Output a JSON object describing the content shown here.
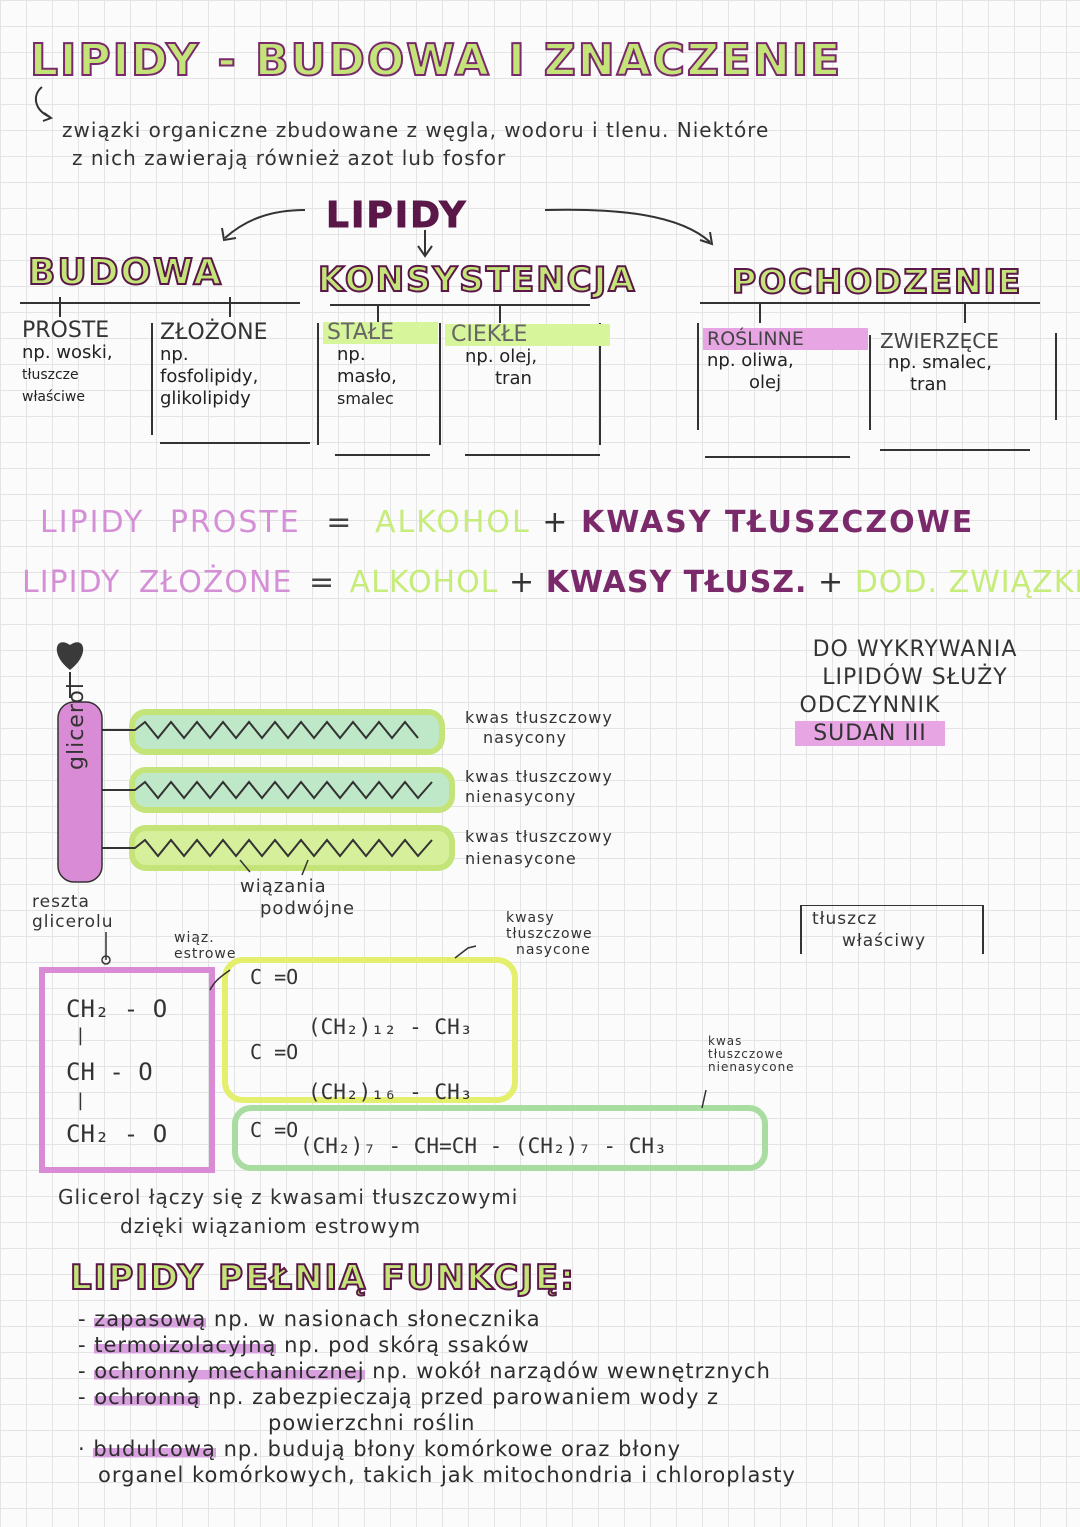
{
  "title": "LIPIDY - BUDOWA I ZNACZENIE",
  "intro": {
    "line1": "związki organiczne zbudowane z węgla, wodoru i tlenu. Niektóre",
    "line2": "z nich zawierają również azot lub fosfor"
  },
  "diagram_center": "LIPIDY",
  "categories": {
    "budowa": {
      "title": "BUDOWA",
      "proste": {
        "label": "PROSTE",
        "example": [
          "np. woski,",
          "tłuszcze",
          "właściwe"
        ]
      },
      "zlozone": {
        "label": "ZŁOŻONE",
        "example": [
          "np.",
          "fosfolipidy,",
          "glikolipidy"
        ]
      }
    },
    "konsystencja": {
      "title": "KONSYSTENCJA",
      "stale": {
        "label": "STAŁE",
        "example": [
          "np.",
          "masło,",
          "smalec"
        ]
      },
      "ciekle": {
        "label": "CIEKŁE",
        "example": [
          "np. olej,",
          "tran"
        ]
      }
    },
    "pochodzenie": {
      "title": "POCHODZENIE",
      "roslinne": {
        "label": "ROŚLINNE",
        "example": [
          "np. oliwa,",
          "olej"
        ]
      },
      "zwierzece": {
        "label": "ZWIERZĘCE",
        "example": [
          "np. smalec,",
          "tran"
        ]
      }
    }
  },
  "formulas": {
    "proste": {
      "left": "LIPIDY",
      "mid": "PROSTE",
      "eq": "=",
      "alkohol": "ALKOHOL",
      "plus1": "+",
      "kwasy": "KWASY TŁUSZCZOWE"
    },
    "zlozone": {
      "left": "LIPIDY",
      "mid": "ZŁOŻONE",
      "eq": "=",
      "alkohol": "ALKOHOL",
      "plus1": "+",
      "kwasy": "KWASY TŁUSZ.",
      "plus2": "+",
      "dod": "DOD. ZWIĄZKI"
    }
  },
  "sudan": {
    "line1": "DO WYKRYWANIA",
    "line2": "LIPIDÓW SŁUŻY",
    "line3": "ODCZYNNIK",
    "reagent": "SUDAN III"
  },
  "structure": {
    "glicerol_label": "glicerol",
    "label_nasycony": [
      "kwas tłuszczowy",
      "nasycony"
    ],
    "label_nienasycony": [
      "kwas tłuszczowy",
      "nienasycony"
    ],
    "label_nienasycone": [
      "kwas tłuszczowy",
      "nienasycone"
    ],
    "label_wiazania": [
      "wiązania",
      "podwójne"
    ],
    "label_reszta": [
      "reszta",
      "glicerolu"
    ],
    "label_wiaz_estrowe": [
      "wiąz.",
      "estrowe"
    ],
    "label_kwasy_nasycone": [
      "kwasy",
      "tłuszczowe",
      "nasycone"
    ],
    "label_kwas_nienasycone": [
      "kwas",
      "tłuszczowe",
      "nienasycone"
    ],
    "tluszcz_wlasciwy": [
      "tłuszcz",
      "właściwy"
    ],
    "rows": {
      "r1": {
        "g": "CH₂ - O",
        "acid": "(CH₂)₁₂ - CH₃"
      },
      "r2": {
        "g": "CH - O",
        "acid": "(CH₂)₁₆ - CH₃"
      },
      "r3": {
        "g": "CH₂ - O",
        "acid": "(CH₂)₇ - CH=CH - (CH₂)₇ - CH₃"
      }
    },
    "note_line1": "Glicerol łączy się z kwasami tłuszczowymi",
    "note_line2": "dzięki wiązaniom estrowym"
  },
  "functions": {
    "title": "LIPIDY PEŁNIĄ FUNKCJĘ:",
    "items": [
      {
        "bullet": "-",
        "head": "zapasową",
        "rest": "np. w nasionach słonecznika"
      },
      {
        "bullet": "-",
        "head": "termoizolacyjną",
        "rest": "np. pod skórą ssaków"
      },
      {
        "bullet": "-",
        "head": "ochronny mechanicznej",
        "rest": "np. wokół narządów wewnętrznych"
      },
      {
        "bullet": "-",
        "head": "ochronną",
        "rest": "np. zabezpieczają przed parowaniem wody z"
      },
      {
        "bullet": "",
        "head": "",
        "rest": "powierzchni roślin"
      },
      {
        "bullet": "·",
        "head": "budulcową",
        "rest": "np. budują błony komórkowe oraz błony"
      },
      {
        "bullet": "",
        "head": "",
        "rest": "organel komórkowych, takich jak mitochondria i chloroplasty"
      }
    ]
  },
  "colors": {
    "green": "#c4e47a",
    "pink": "#d98bd6",
    "purple": "#7a2a6a",
    "mint": "#bfe8c8",
    "yellowgreen": "#e3ef6d"
  }
}
